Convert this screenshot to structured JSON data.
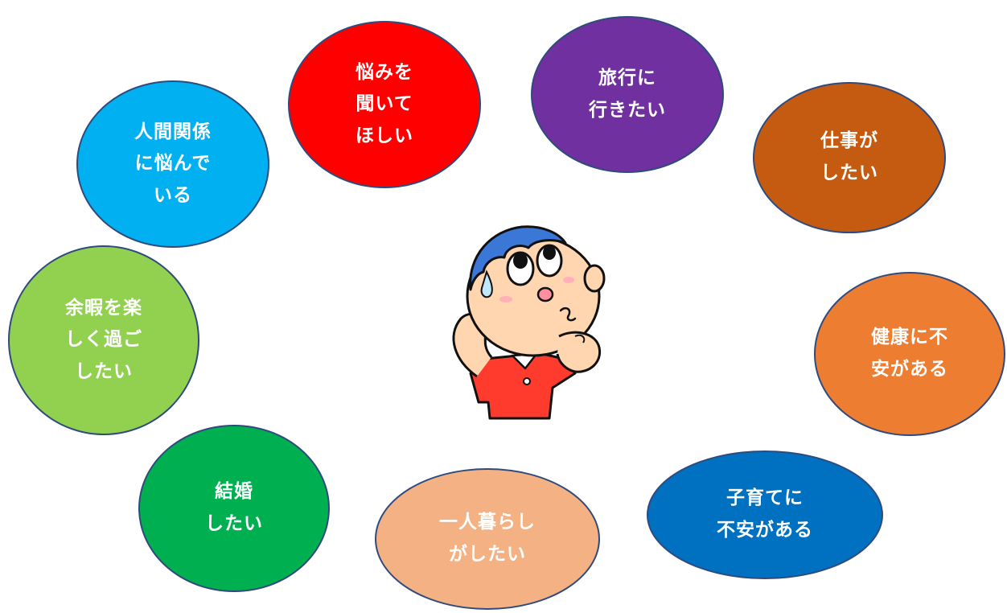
{
  "bubbles": [
    {
      "text": "人間関係\nに悩んで\nいる",
      "color": "#00b0f0"
    },
    {
      "text": "悩みを\n聞いて\nほしい",
      "color": "#ff0000"
    },
    {
      "text": "旅行に\n行きたい",
      "color": "#7030a0"
    },
    {
      "text": "仕事が\nしたい",
      "color": "#c55a11"
    },
    {
      "text": "健康に不\n安がある",
      "color": "#ed7d31"
    },
    {
      "text": "子育てに\n不安がある",
      "color": "#0070c0"
    },
    {
      "text": "一人暮らし\nがしたい",
      "color": "#f4b183"
    },
    {
      "text": "結婚\nしたい",
      "color": "#00b050"
    },
    {
      "text": "余暇を楽\nしく過ご\nしたい",
      "color": "#92d050"
    }
  ]
}
